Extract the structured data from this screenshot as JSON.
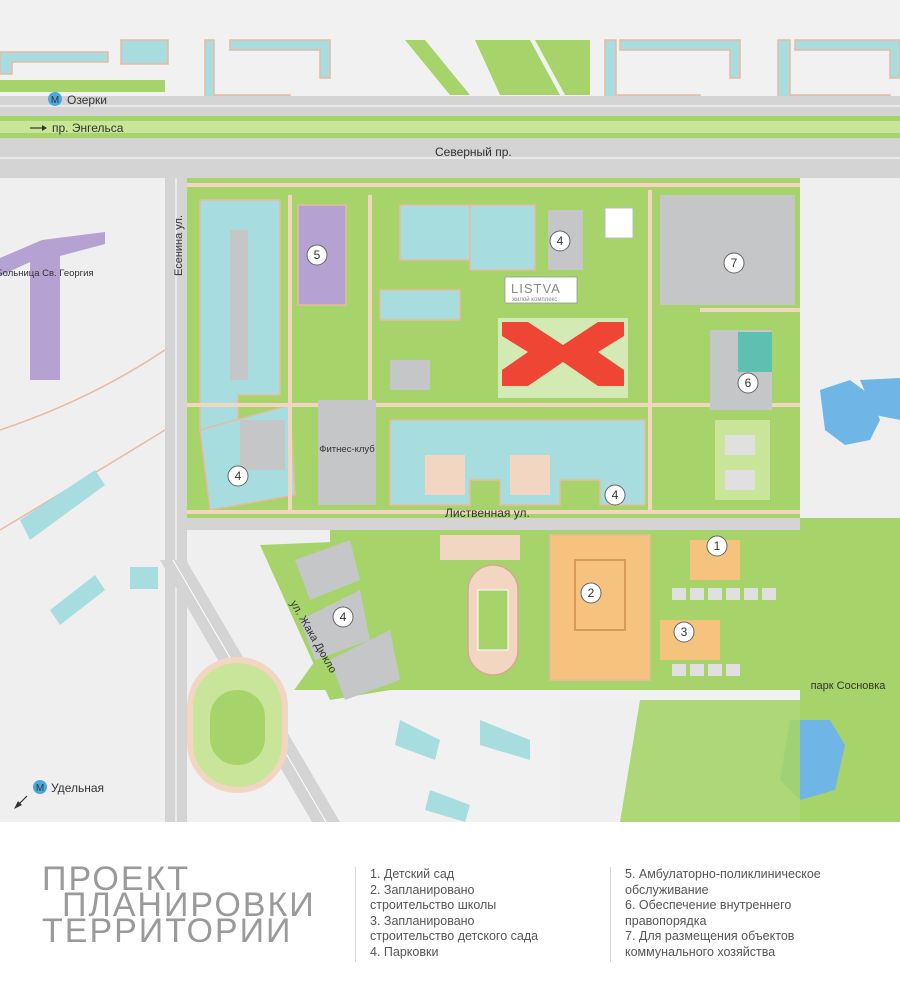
{
  "map": {
    "labels": {
      "metro_north": "Озерки",
      "metro_south": "Удельная",
      "avenue_engels": "пр. Энгельса",
      "avenue_north": "Северный пр.",
      "street_esenina": "Есенина ул.",
      "street_listvennaya": "Лиственная ул.",
      "street_duclos": "ул. Жака Дюкло",
      "hospital": "Больница Св. Георгия",
      "fitness": "Фитнес-клуб",
      "park": "парк Сосновка",
      "complex_name": "LISTVA",
      "complex_sub": "жилой комплекс"
    },
    "markers": [
      "1",
      "2",
      "3",
      "4",
      "5",
      "6",
      "7"
    ],
    "colors": {
      "green": "#a6d46a",
      "light_green": "#c8e59a",
      "teal": "#a8dde0",
      "gray_block": "#c4c6c8",
      "orange": "#f6c37f",
      "purple": "#b6a2d2",
      "highlight": "#ef4535",
      "water": "#6fb6e6",
      "road": "#dcdcdc",
      "path": "#f2d6c2"
    },
    "icons": [
      "metro-icon",
      "direction-arrow-icon",
      "bus-stop-icon",
      "parking-icon"
    ]
  },
  "legend": {
    "title": [
      "ПРОЕКТ",
      "ПЛАНИРОВКИ",
      "ТЕРРИТОРИИ"
    ],
    "col1": [
      "1. Детский сад",
      "2. Запланировано",
      "строительство школы",
      "3. Запланировано",
      "строительство детского сада",
      "4. Парковки"
    ],
    "col2": [
      "5. Амбулаторно-поликлиническое",
      "обслуживание",
      "6. Обеспечение внутреннего",
      "правопорядка",
      "7. Для размещения объектов",
      "коммунального хозяйства"
    ]
  }
}
